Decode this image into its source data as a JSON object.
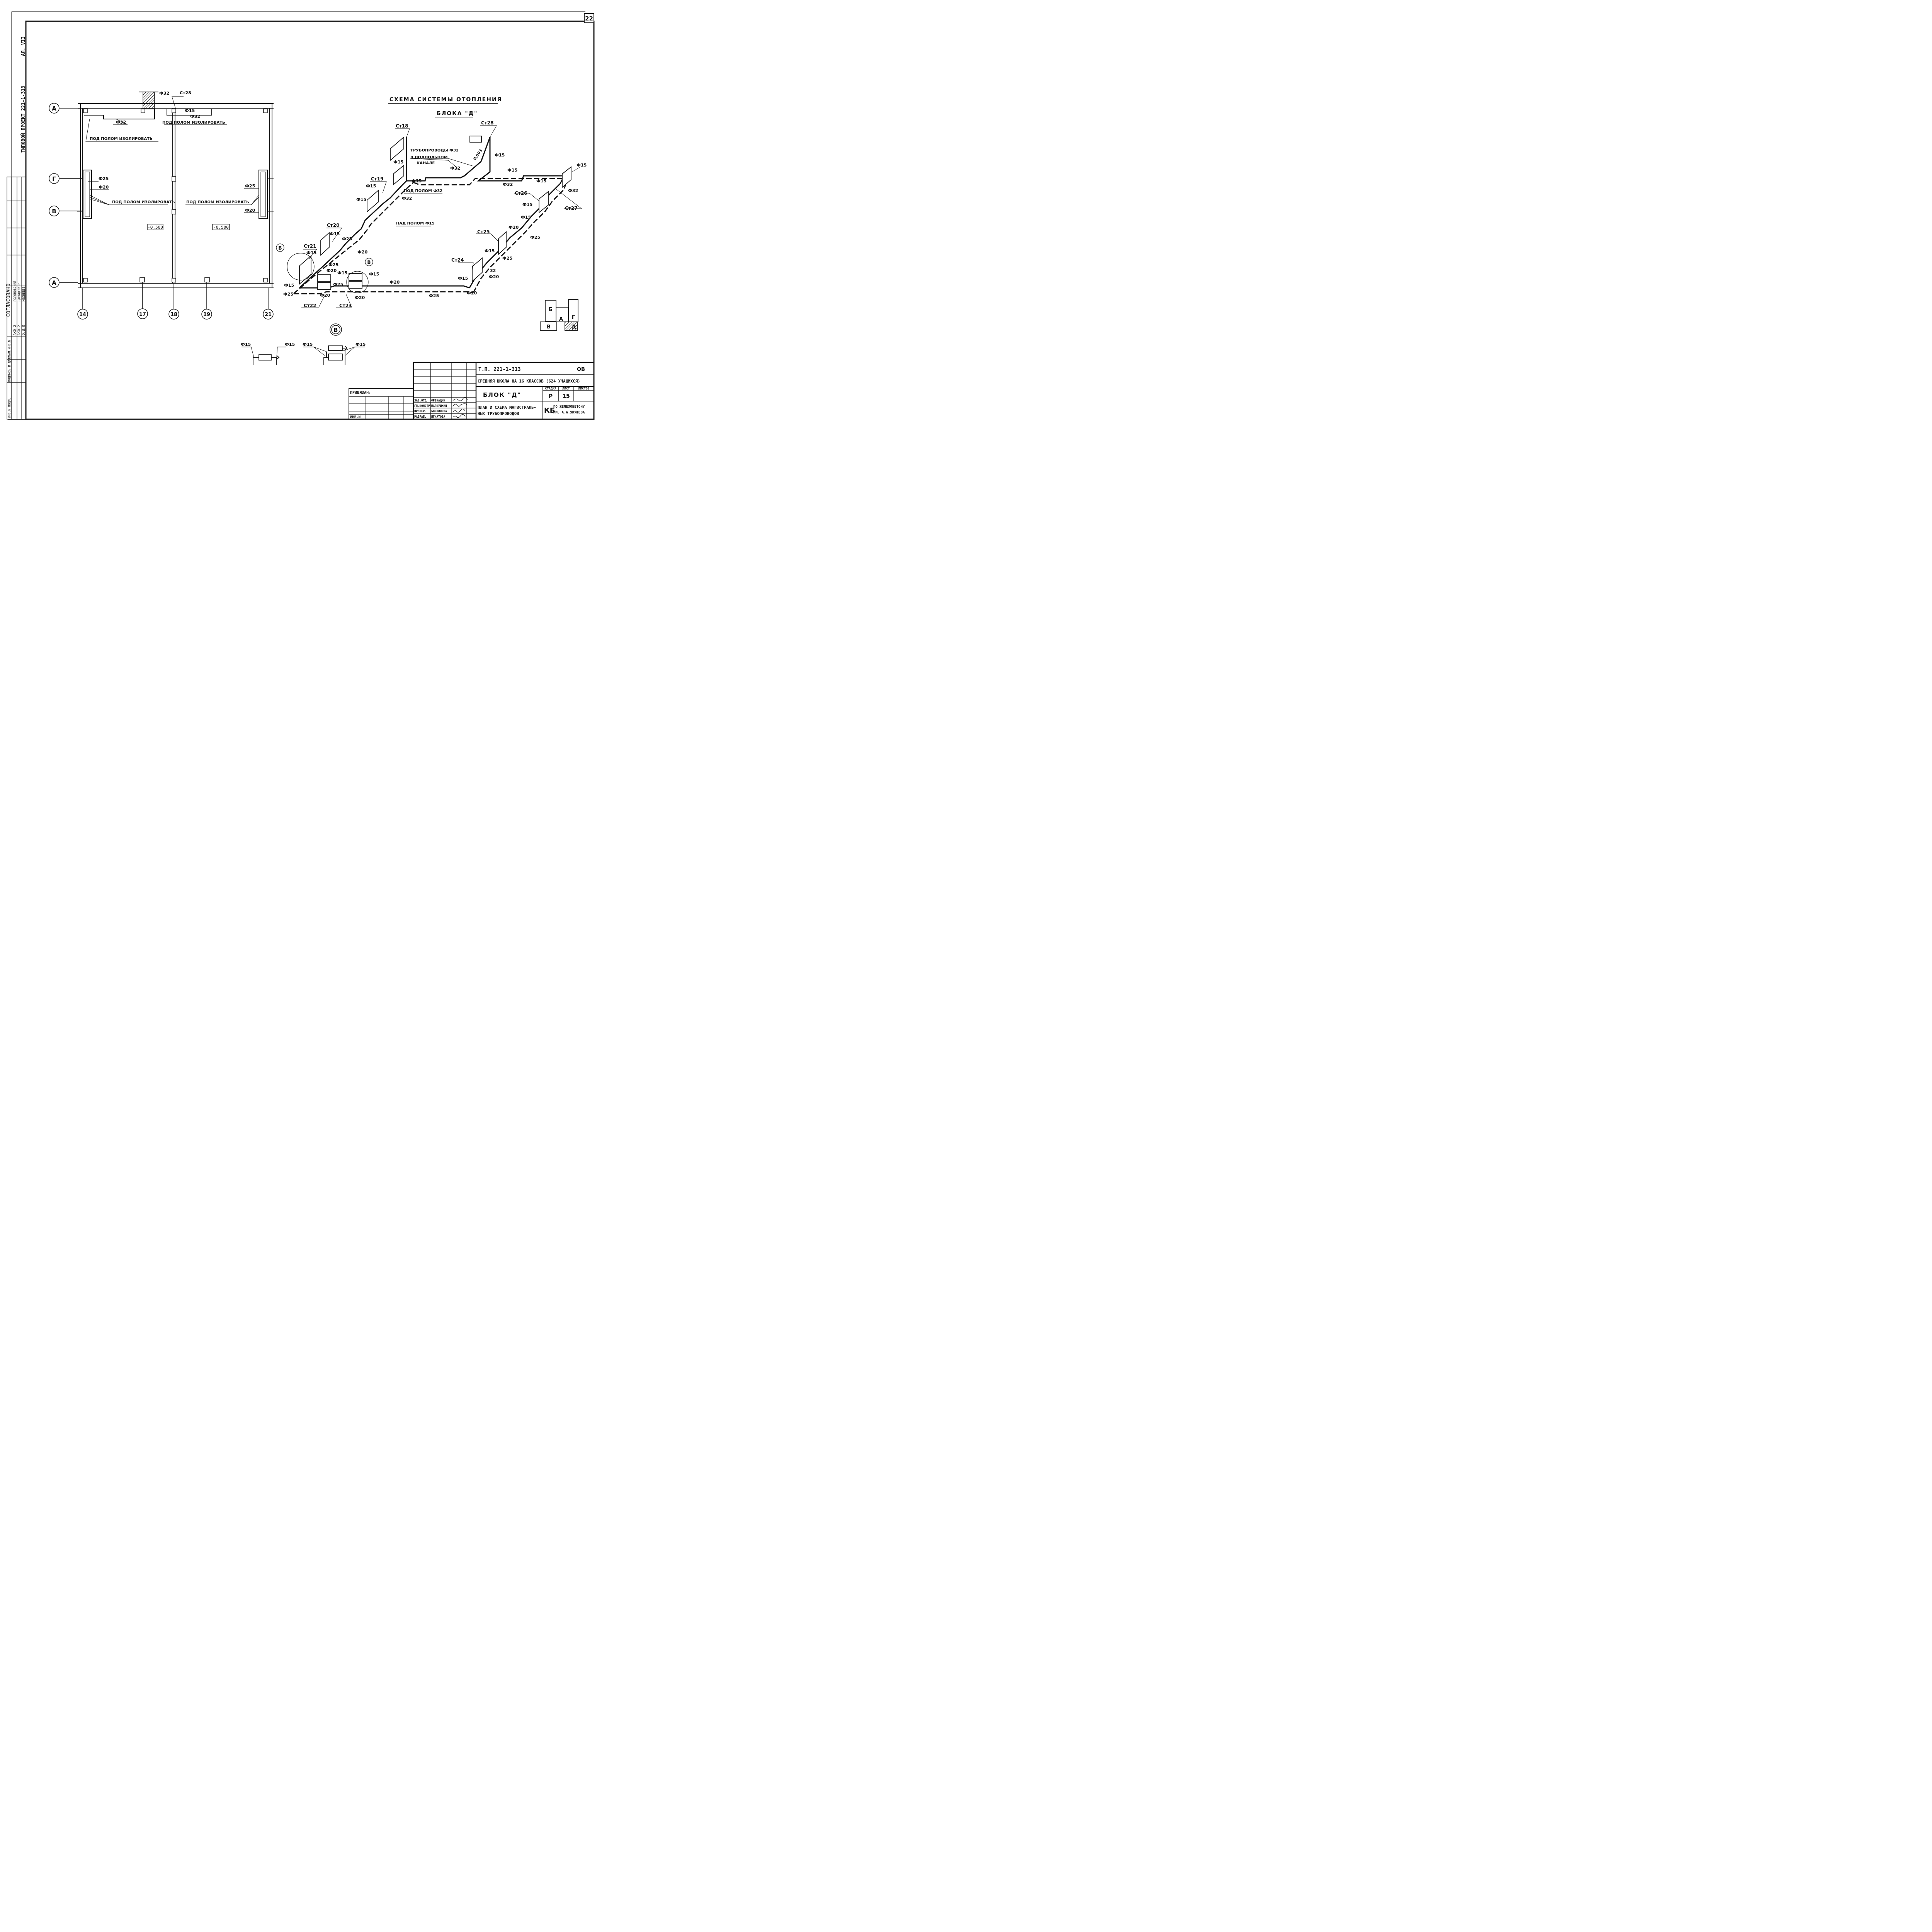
{
  "sheet": {
    "sheet_no": "22",
    "side_stamp": "ТИПОВОЙ ПРОЕКТ 221-1-313",
    "album": "АЛ. VII",
    "agreed": "СОГЛАСОВАНО"
  },
  "plan": {
    "axes_rows": [
      "А",
      "Г",
      "В",
      "А"
    ],
    "axes_cols": [
      "14",
      "17",
      "18",
      "19",
      "21"
    ],
    "labels": {
      "riser": "Ст28",
      "d32_top": "Ф32",
      "d15_top": "Ф15",
      "d32_top2": "Ф32",
      "d32_mid": "Ф32",
      "insulate_1": "ПОД ПОЛОМ ИЗОЛИРОВАТЬ",
      "insulate_2": "ПОД ПОЛОМ ИЗОЛИРОВАТЬ",
      "insulate_3": "ПОД ПОЛОМ ИЗОЛИРОВАТЬ",
      "insulate_4": "ПОД ПОЛОМ ИЗОЛИРОВАТЬ",
      "d25_left": "Ф25",
      "d20_left": "Ф20",
      "d25_right": "Ф25",
      "d20_right": "Ф20",
      "level_1": "-0,500",
      "level_2": "-0,500"
    }
  },
  "scheme": {
    "title": "СХЕМА СИСТЕМЫ ОТОПЛЕНИЯ",
    "subtitle": "БЛОКА \"Д\"",
    "risers": [
      "Ст18",
      "Ст28",
      "Ст19",
      "Ст20",
      "Ст21",
      "Ст22",
      "Ст23",
      "Ст24",
      "Ст25",
      "Ст26",
      "Ст27"
    ],
    "notes": {
      "channel_1": "ТРУБОПРОВОДЫ Ф32",
      "channel_2": "В ПОДПОЛЬНОМ",
      "channel_3": "КАНАЛЕ",
      "slope": "0,003",
      "under_floor": "ПОД ПОЛОМ Ф32",
      "above_floor": "НАД ПОЛОМ Ф15"
    },
    "dims": {
      "st18_15": "Ф15",
      "st18_15b": "Ф15",
      "st18_32": "Ф32",
      "st28_32": "Ф32",
      "st28_15": "Ф15",
      "r_15a": "Ф15",
      "r_32a": "Ф32",
      "r_15b": "Ф15",
      "r_15c": "Ф15",
      "r_15d": "Ф15",
      "r_32b": "Ф32",
      "st19_15": "Ф15",
      "st19_15b": "Ф15",
      "st20_15": "Ф15",
      "st20_25": "Ф25",
      "st20_20": "Ф20",
      "st21_15": "Ф15",
      "st21_25": "Ф25",
      "st21_20": "Ф20",
      "l_15": "Ф15",
      "l_25": "Ф25",
      "st22_15": "Ф15",
      "st22_25": "Ф25",
      "st22_20": "Ф20",
      "st23_20": "Ф20",
      "st23_15": "Ф15",
      "b_20": "Ф20",
      "b_25": "Ф25",
      "st24_15": "Ф15",
      "st24_20": "Ф20",
      "st25_15": "Ф15",
      "st25_25": "Ф25",
      "st25_32": "32",
      "st25_20": "Ф20",
      "st26_20": "Ф20",
      "st26_25": "Ф25",
      "st26_15": "Ф15"
    },
    "callouts": [
      "Б",
      "В"
    ]
  },
  "detail": {
    "callout": "В",
    "d1": "Ф15",
    "d2": "Ф15",
    "d3": "Ф15",
    "d4": "Ф15"
  },
  "key_plan": {
    "blocks": [
      "Б",
      "А",
      "Г",
      "В",
      "Д"
    ]
  },
  "title_block": {
    "project_code": "Т.П. 221-1-313",
    "sheet_code": "ОВ",
    "object": "СРЕДНЯЯ ШКОЛА НА 16 КЛАССОВ (624 УЧАЩИХСЯ)",
    "block": "БЛОК \"Д\"",
    "stage_hdr": "СТАДИЯ",
    "sheet_hdr": "ЛИСТ",
    "sheets_hdr": "ЛИСТОВ",
    "stage": "Р",
    "sheet": "15",
    "sheet_title_1": "ПЛАН И СХЕМА МАГИСТРАЛЬ-",
    "sheet_title_2": "НЫХ ТРУБОПРОВОДОВ",
    "org_logo": "КБ",
    "org_1": "ПО ЖЕЛЕЗОБЕТОНУ",
    "org_2": "ИМ. А.А.ЯКУШЕВА",
    "bound": "ПРИВЯЗАН:",
    "inv": "ИНВ.N",
    "roles": [
      "ЗАВ.ОТД",
      "ГЛ.КОНСТР",
      "ПРОВЕР.",
      "РАЗРАБ."
    ],
    "names": [
      "ФРЕНАЦИН",
      "МАРКУШКИН",
      "БОБРИНЕВА",
      "ИГНАТОВА"
    ]
  },
  "side_stamp_cells": {
    "c1": "АКО-2",
    "c2": "АКО-2",
    "c3": "О.И.О",
    "inv_sig": "ИНВ.N ПОДЛ.",
    "sign_date": "ПОДПИСЬ И ДАТА",
    "replace": "ВЗАМ.ИНВ.N",
    "p1": "ПОЛОНОВСКИЙ",
    "p2": "ДАВЫДЕНКОВ",
    "p3": "МЕДВЕДЕВ"
  }
}
